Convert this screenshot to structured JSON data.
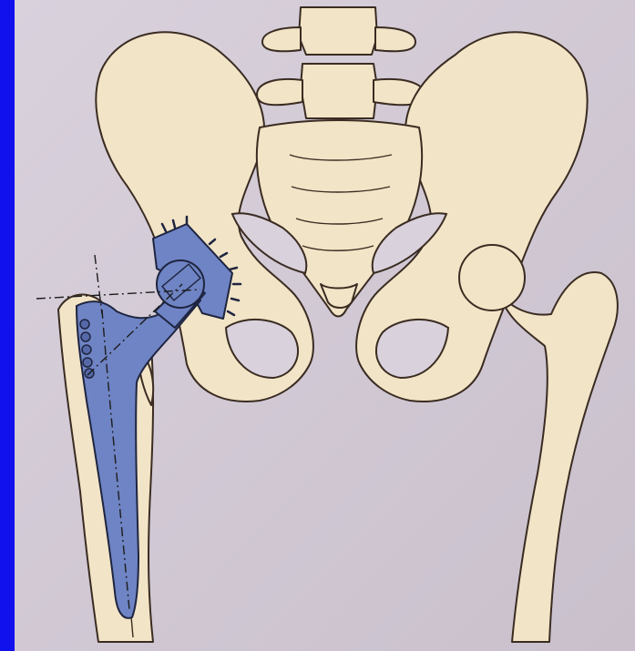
{
  "colors": {
    "frame_blue": "#1111ee",
    "paper": "#d9d1dc",
    "paper_shadow": "#c9c0cc",
    "bone": "#f2e4c6",
    "bone_dark": "#e6d3ad",
    "outline": "#3a2c22",
    "implant": "#6f84c4",
    "implant_dark": "#5568a8",
    "implant_outline": "#1f2540",
    "axis_line": "#1c1c1c"
  },
  "figure": {
    "subject": "hip-prosthesis-diagram",
    "parts": [
      "pelvis",
      "sacrum",
      "lumbar-vertebrae",
      "right-femur-natural",
      "left-femur-with-implant",
      "femoral-stem",
      "prosthetic-head",
      "acetabular-cup"
    ]
  }
}
